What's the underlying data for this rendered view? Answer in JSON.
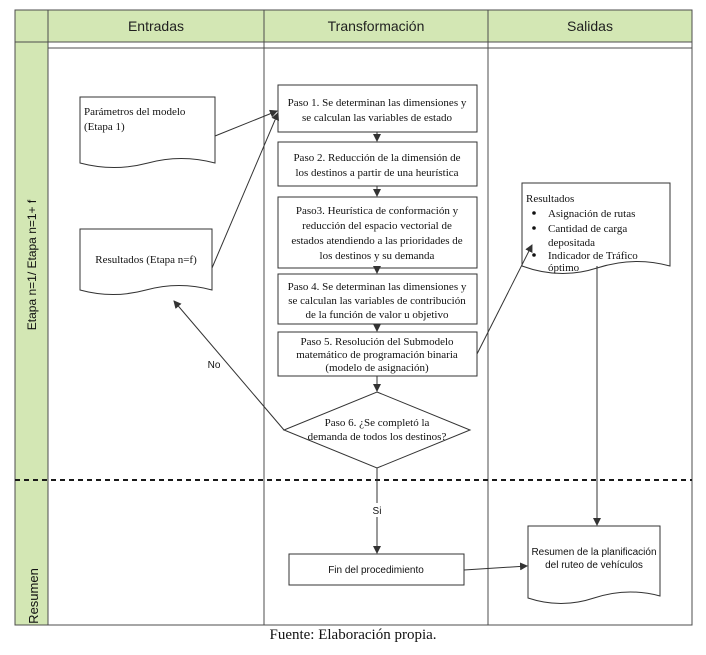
{
  "header": {
    "inputs": "Entradas",
    "transformation": "Transformación",
    "outputs": "Salidas"
  },
  "lanes": {
    "top": "Etapa n=1/ Etapa n=1+ f",
    "bottom": "Resumen"
  },
  "inputs": {
    "model_params": [
      "Parámetros del modelo",
      "(Etapa 1)"
    ],
    "results_stage": "Resultados (Etapa n=f)"
  },
  "steps": [
    [
      "Paso 1. Se determinan las dimensiones y",
      "se calculan las variables de estado"
    ],
    [
      "Paso 2. Reducción de la dimensión de",
      "los destinos a partir de una heurística"
    ],
    [
      "Paso3. Heurística de conformación y",
      "reducción del espacio vectorial de",
      "estados atendiendo a las prioridades de",
      "los destinos y su demanda"
    ],
    [
      "Paso 4. Se determinan las dimensiones y",
      "se calculan las variables de contribución",
      "de la función de valor u objetivo"
    ],
    [
      "Paso 5. Resolución del Submodelo",
      "matemático de programación binaria",
      "(modelo de asignación)"
    ]
  ],
  "decision": [
    "Paso 6. ¿Se completó la",
    "demanda de todos los destinos?"
  ],
  "labels": {
    "no": "No",
    "yes": "Si"
  },
  "end_process": "Fin del procedimiento",
  "outputs": {
    "results_title": "Resultados",
    "results_items": [
      [
        "Asignación de rutas"
      ],
      [
        "Cantidad de carga",
        "depositada"
      ],
      [
        "Indicador de Tráfico",
        "óptimo"
      ]
    ],
    "summary": [
      "Resumen de la planificación",
      "del ruteo de vehículos"
    ]
  },
  "caption": "Fuente: Elaboración propia.",
  "colors": {
    "lane_green": "#d3e7b4",
    "border": "#4c4c4c"
  }
}
